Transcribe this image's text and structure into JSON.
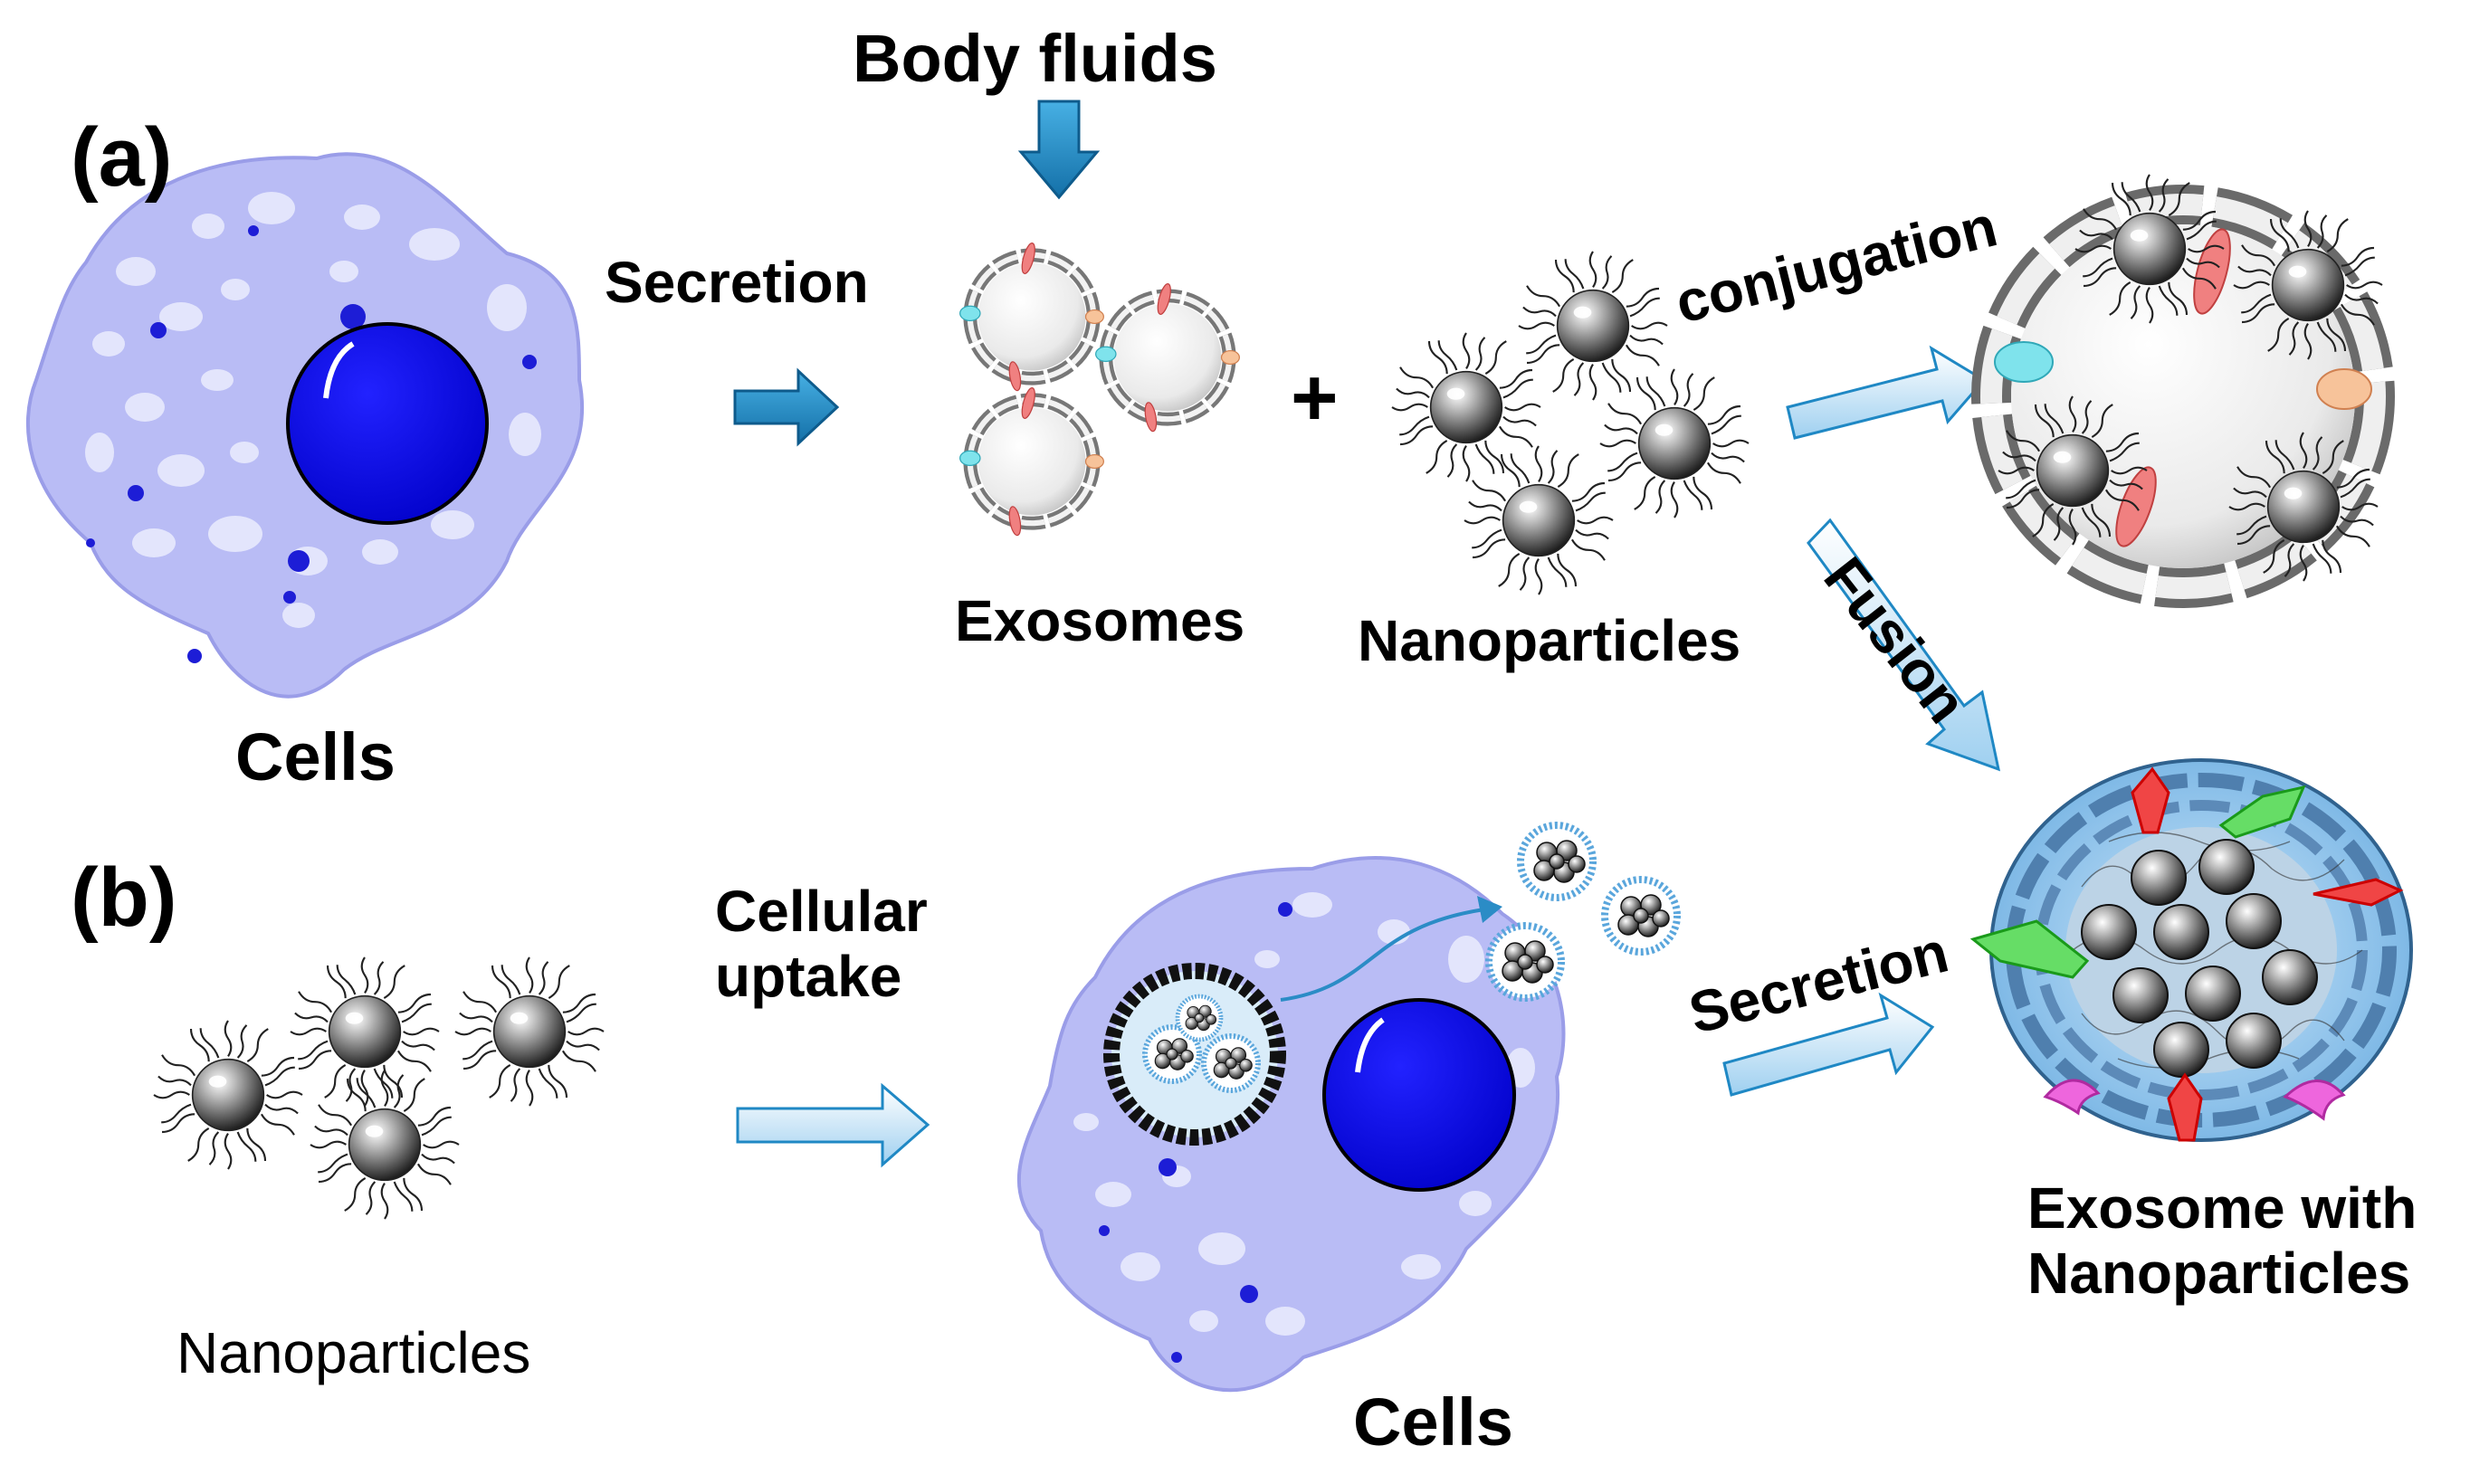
{
  "panels": {
    "a": "(a)",
    "b": "(b)"
  },
  "labels": {
    "body_fluids": "Body fluids",
    "secretion_a": "Secretion",
    "conjugation": "conjugation",
    "fusion": "Fusion",
    "cells_a": "Cells",
    "exosomes": "Exosomes",
    "nanoparticles_a": "Nanoparticles",
    "plus": "+",
    "cellular_uptake_line1": "Cellular",
    "cellular_uptake_line2": "uptake",
    "secretion_b": "Secretion",
    "nanoparticles_b": "Nanoparticles",
    "cells_b": "Cells",
    "exosome_np_line1": "Exosome with",
    "exosome_np_line2": "Nanoparticles"
  },
  "colors": {
    "cell_fill": "#b9bcf5",
    "nucleus": "#0a0af0",
    "arrow_dark": "#1f88c4",
    "arrow_light": "#cfe7f7",
    "protein_red": "#f08080",
    "protein_cyan": "#7fe3ec",
    "protein_orange": "#f7c39a",
    "protein_green": "#66dd66",
    "protein_magenta": "#ee66dd"
  }
}
